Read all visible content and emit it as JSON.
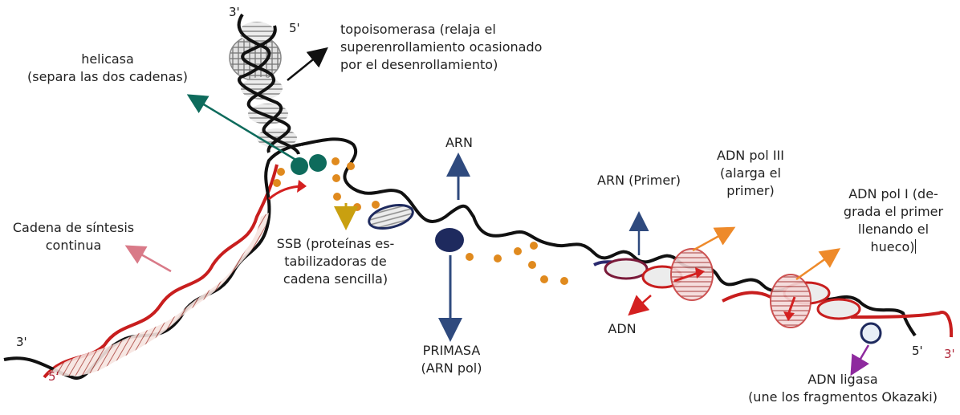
{
  "title": "Horquilla de replicación del ADN",
  "colors": {
    "strand_black": "#111111",
    "strand_red": "#c81e1e",
    "helicase": "#0e6b5c",
    "ssb": "#e08a1e",
    "ssb_arrow": "#c9a010",
    "primasa": "#1e2a5e",
    "blue_arrow": "#2f4a7e",
    "pol_arrow": "#ee8a2a",
    "red_arrow": "#d42020",
    "ligase_arrow": "#8e2a9e",
    "cadena_arrow": "#d97a88",
    "topo_arrow": "#111111"
  },
  "labels": {
    "topoisomerasa": [
      "topoisomerasa (relaja el",
      "superenrollamiento ocasionado",
      "por el desenrollamiento)"
    ],
    "helicasa": [
      "helicasa",
      "(separa las dos cadenas)"
    ],
    "cadena_continua": [
      "Cadena de síntesis",
      "continua"
    ],
    "ssb": [
      "SSB (proteínas es-",
      "tabilizadoras de",
      "cadena sencilla)"
    ],
    "arn": "ARN",
    "primasa": [
      "PRIMASA",
      "(ARN pol)"
    ],
    "arn_primer": "ARN (Primer)",
    "adn": "ADN",
    "adn_pol_iii": [
      "ADN pol III",
      "(alarga el",
      "primer)"
    ],
    "adn_pol_i": [
      "ADN pol I (de-",
      "grada el primer",
      "llenando el",
      "hueco)"
    ],
    "adn_ligasa": [
      "ADN ligasa",
      "(une los fragmentos Okazaki)"
    ]
  },
  "ends": {
    "top_3": "3'",
    "top_5": "5'",
    "left_3": "3'",
    "left_5": "5'",
    "right_5": "5'",
    "right_3": "3'"
  }
}
